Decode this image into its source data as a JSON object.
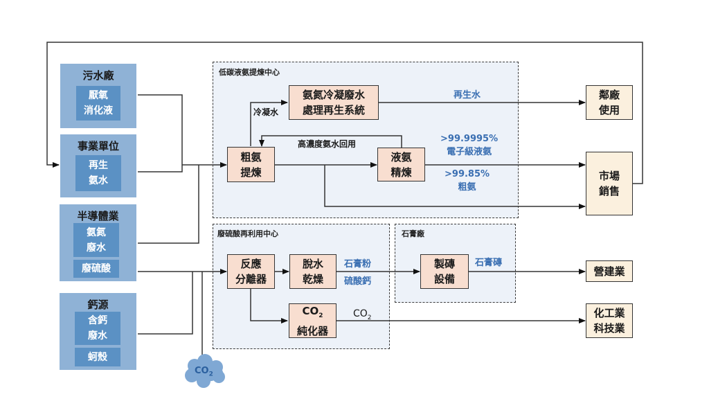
{
  "colors": {
    "source_outer": "#8fb2d6",
    "source_inner": "#5b91c4",
    "process_fill": "#f8ded0",
    "destination_fill": "#fbf0de",
    "region_fill": "#edf2f9",
    "flow_label": "#3a6fb2",
    "line": "#333333",
    "cloud": "#7fa8d4"
  },
  "sources": [
    {
      "title": "污水廠",
      "items": [
        "厭氧\n消化液"
      ]
    },
    {
      "title": "事業單位",
      "items": [
        "再生\n氨水"
      ]
    },
    {
      "title": "半導體業",
      "items": [
        "氨氮\n廢水",
        "廢硫酸"
      ]
    },
    {
      "title": "鈣源",
      "items": [
        "含鈣\n廢水",
        "蚵殼"
      ]
    }
  ],
  "regions": {
    "ammonia_center": "低碳液氨提煉中心",
    "acid_center": "廢硫酸再利用中心",
    "gypsum_plant": "石膏廠"
  },
  "processes": {
    "wastewater_regen": "氨氮冷凝廢水\n處理再生系統",
    "crude_ammonia": "粗氨\n提煉",
    "liquid_ammonia": "液氨\n精煉",
    "reaction_separator": "反應\n分離器",
    "dewater_dry": "脫水\n乾燥",
    "co2_purifier_prefix": "CO",
    "co2_purifier_sub": "2",
    "co2_purifier_suffix": "純化器",
    "brick_equipment": "製磚\n設備"
  },
  "destinations": {
    "neighbor_plant": "鄰廠\n使用",
    "market_sales": "市場\n銷售",
    "construction": "營建業",
    "chem_tech": "化工業\n科技業"
  },
  "flow_labels": {
    "condensate": "冷凝水",
    "recycled_water": "再生水",
    "high_conc_recycle": "高濃度氨水回用",
    "electronic_grade": ">99.9995%\n電子級液氨",
    "crude_grade": ">99.85%\n粗氨",
    "gypsum_powder": "石膏粉",
    "calcium_sulfate": "硫酸鈣",
    "co2_prefix": "CO",
    "co2_sub": "2",
    "gypsum_brick": "石膏磚"
  },
  "cloud": {
    "prefix": "CO",
    "sub": "2"
  }
}
